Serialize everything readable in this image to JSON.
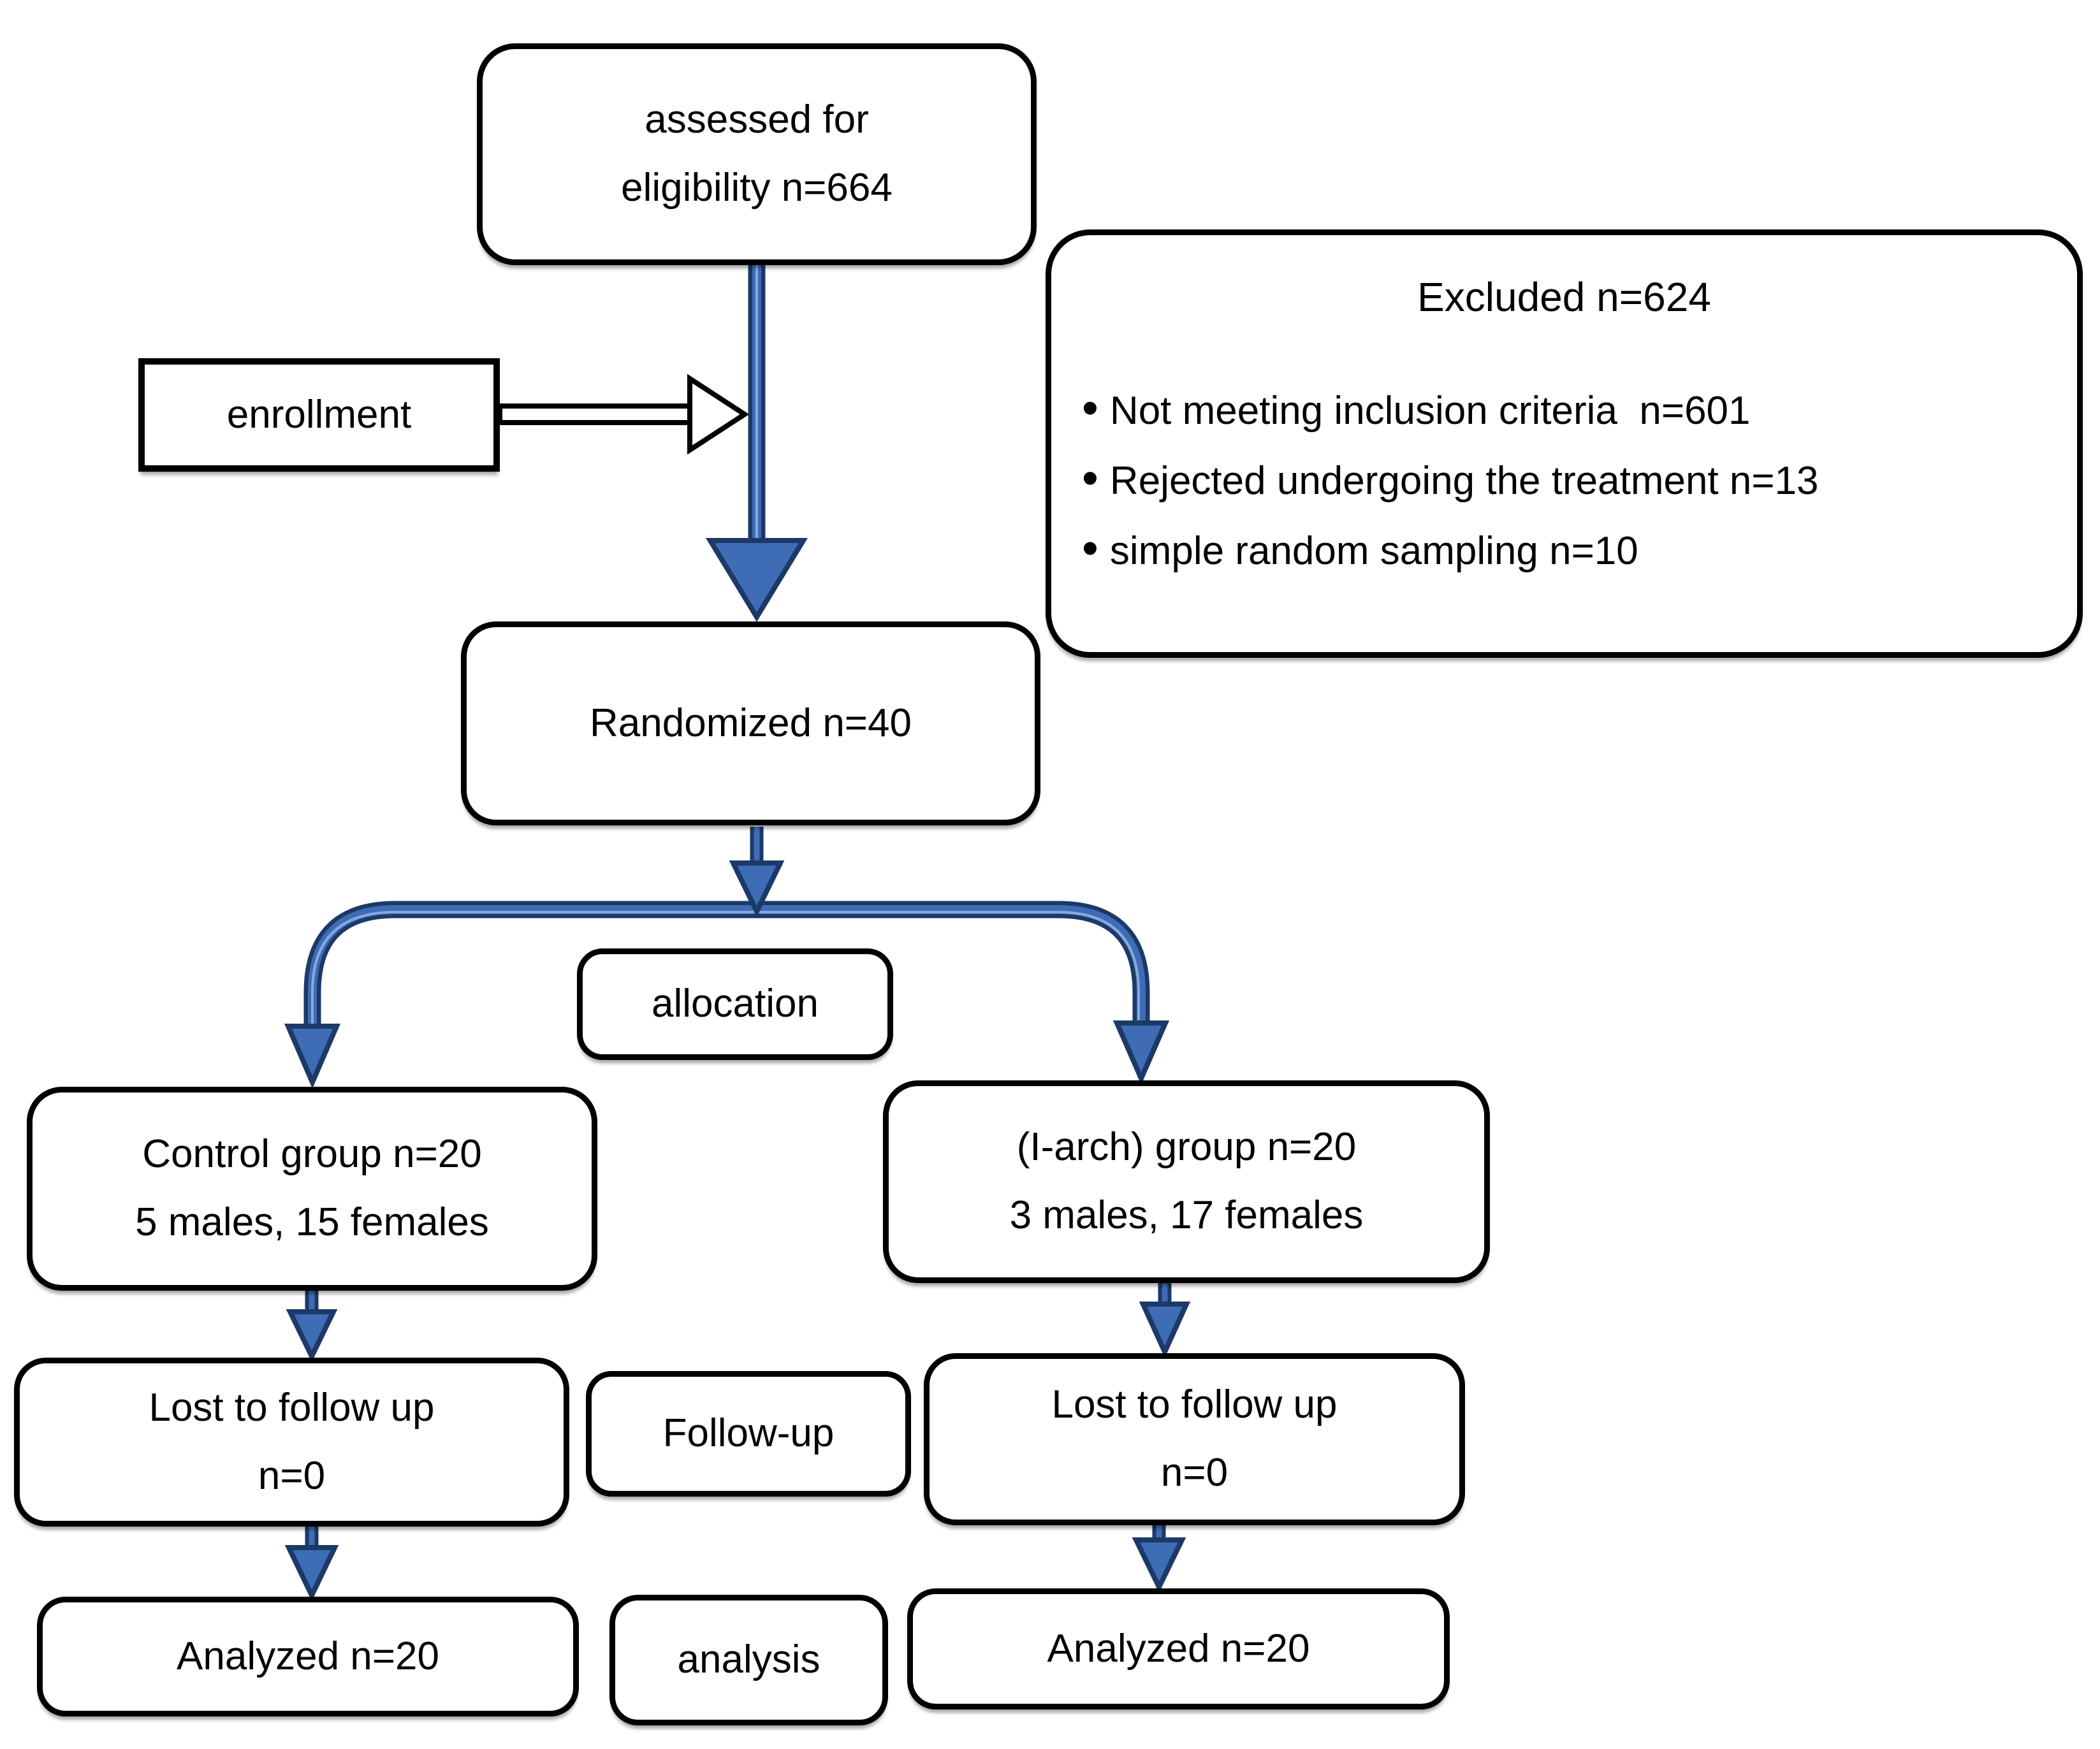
{
  "figure": {
    "type": "consort-flow-diagram",
    "assessed": {
      "line1": "assessed for",
      "line2": "eligibility n=664"
    },
    "enrollment": {
      "label": "enrollment"
    },
    "excluded": {
      "title": "Excluded n=624",
      "bullets": [
        "Not meeting inclusion criteria  n=601",
        "Rejected undergoing the treatment n=13",
        "simple random sampling n=10"
      ]
    },
    "randomized": {
      "label": "Randomized n=40"
    },
    "allocation": {
      "label": "allocation"
    },
    "control_group": {
      "line1": "Control group n=20",
      "line2": "5 males, 15 females"
    },
    "iarch_group": {
      "line1": "(I-arch) group n=20",
      "line2": "3 males, 17 females"
    },
    "lost_followup_left": {
      "line1": "Lost to follow up",
      "line2": "n=0"
    },
    "followup": {
      "label": "Follow-up"
    },
    "lost_followup_right": {
      "line1": "Lost to follow up",
      "line2": "n=0"
    },
    "analyzed_left": {
      "label": "Analyzed n=20"
    },
    "analysis": {
      "label": "analysis"
    },
    "analyzed_right": {
      "label": "Analyzed n=20"
    }
  },
  "colors": {
    "arrow_fill": "#3E6CB5",
    "arrow_outline": "#1C3968",
    "arrow_core": "#86AADD",
    "box_border": "#000000",
    "background": "#FFFFFF"
  }
}
